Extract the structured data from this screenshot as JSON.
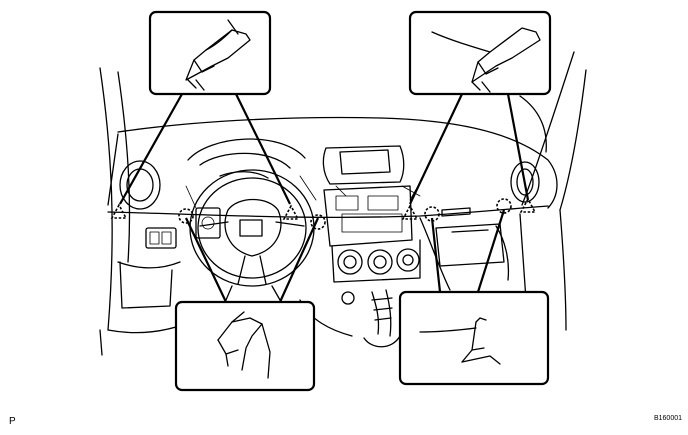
{
  "page_label": "P",
  "figure_code": "B160001",
  "legend": {
    "claw_marker": "claw-triangle-marker",
    "clip_marker": "clip-circle-marker"
  },
  "callouts": [
    {
      "name": "callout-top-left-claw"
    },
    {
      "name": "callout-top-right-claw"
    },
    {
      "name": "callout-bottom-left-clip"
    },
    {
      "name": "callout-bottom-right-clip"
    }
  ]
}
